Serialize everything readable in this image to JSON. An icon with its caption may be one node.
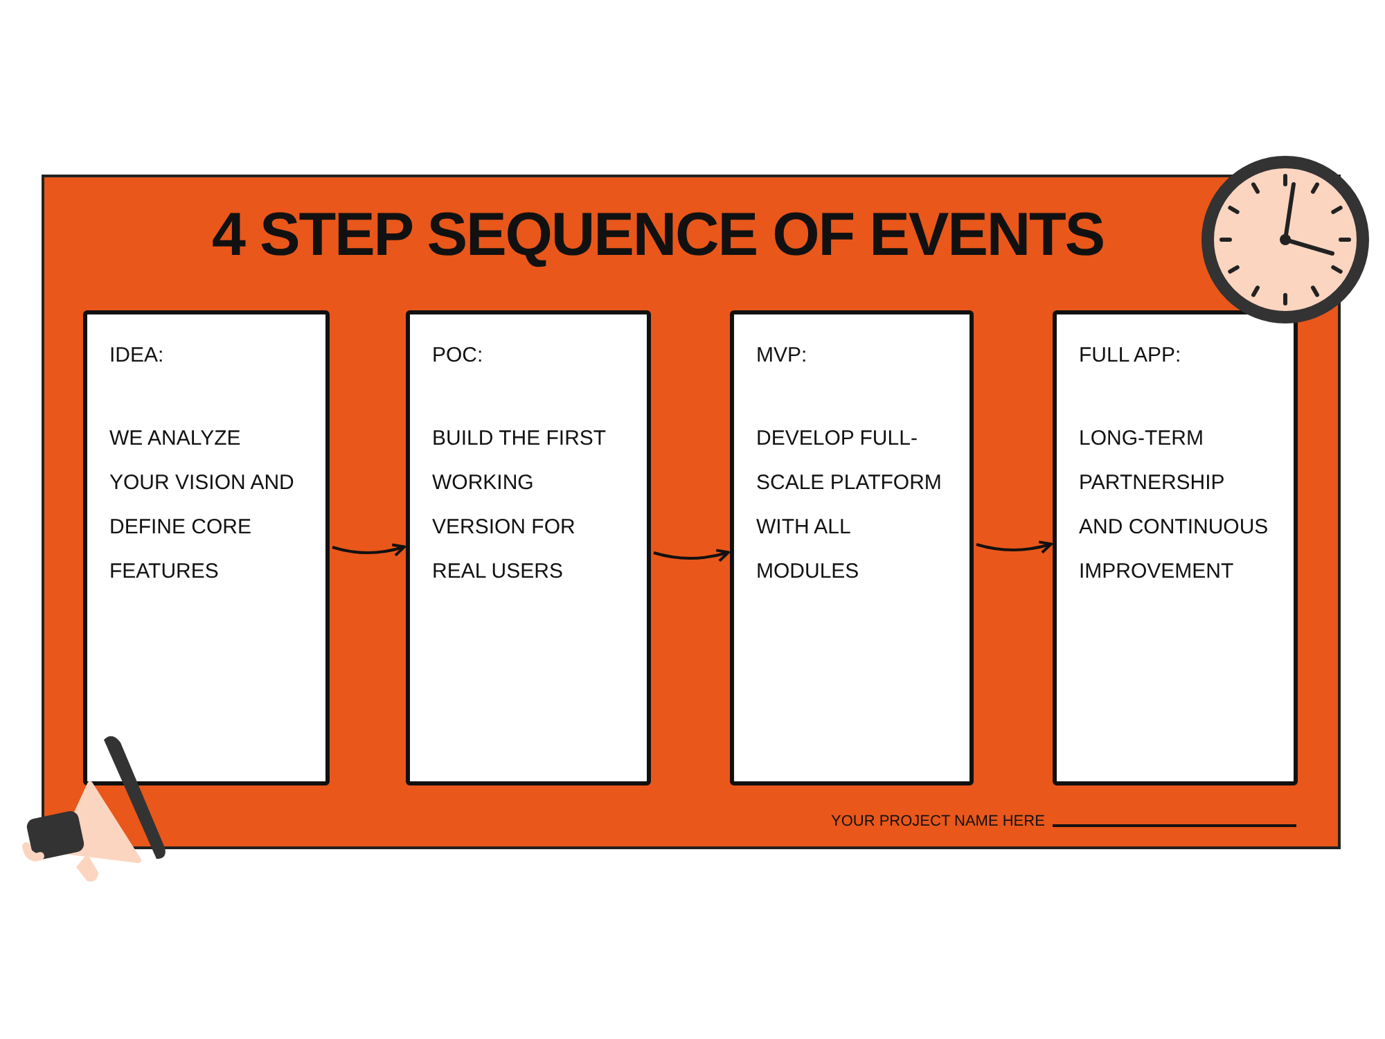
{
  "diagram": {
    "title": "4 STEP SEQUENCE OF EVENTS",
    "nodes": [
      {
        "text": [
          "IDEA:",
          "WE ANALYZE YOUR VISION AND DEFINE CORE FEATURES"
        ]
      },
      {
        "text": [
          "POC:",
          "BUILD THE FIRST WORKING VERSION FOR REAL USERS"
        ]
      },
      {
        "text": [
          "MVP:",
          "DEVELOP FULL-SCALE PLATFORM WITH ALL MODULES"
        ]
      },
      {
        "text": [
          "FULL APP:",
          "LONG-TERM PARTNERSHIP AND CONTINUOUS IMPROVEMENT"
        ]
      }
    ],
    "edges": [
      {
        "from": 0,
        "to": 1,
        "arrow": "to"
      },
      {
        "from": 1,
        "to": 2,
        "arrow": "to"
      },
      {
        "from": 2,
        "to": 3,
        "arrow": "to"
      }
    ],
    "labels": [
      "YOUR PROJECT NAME HERE"
    ]
  }
}
